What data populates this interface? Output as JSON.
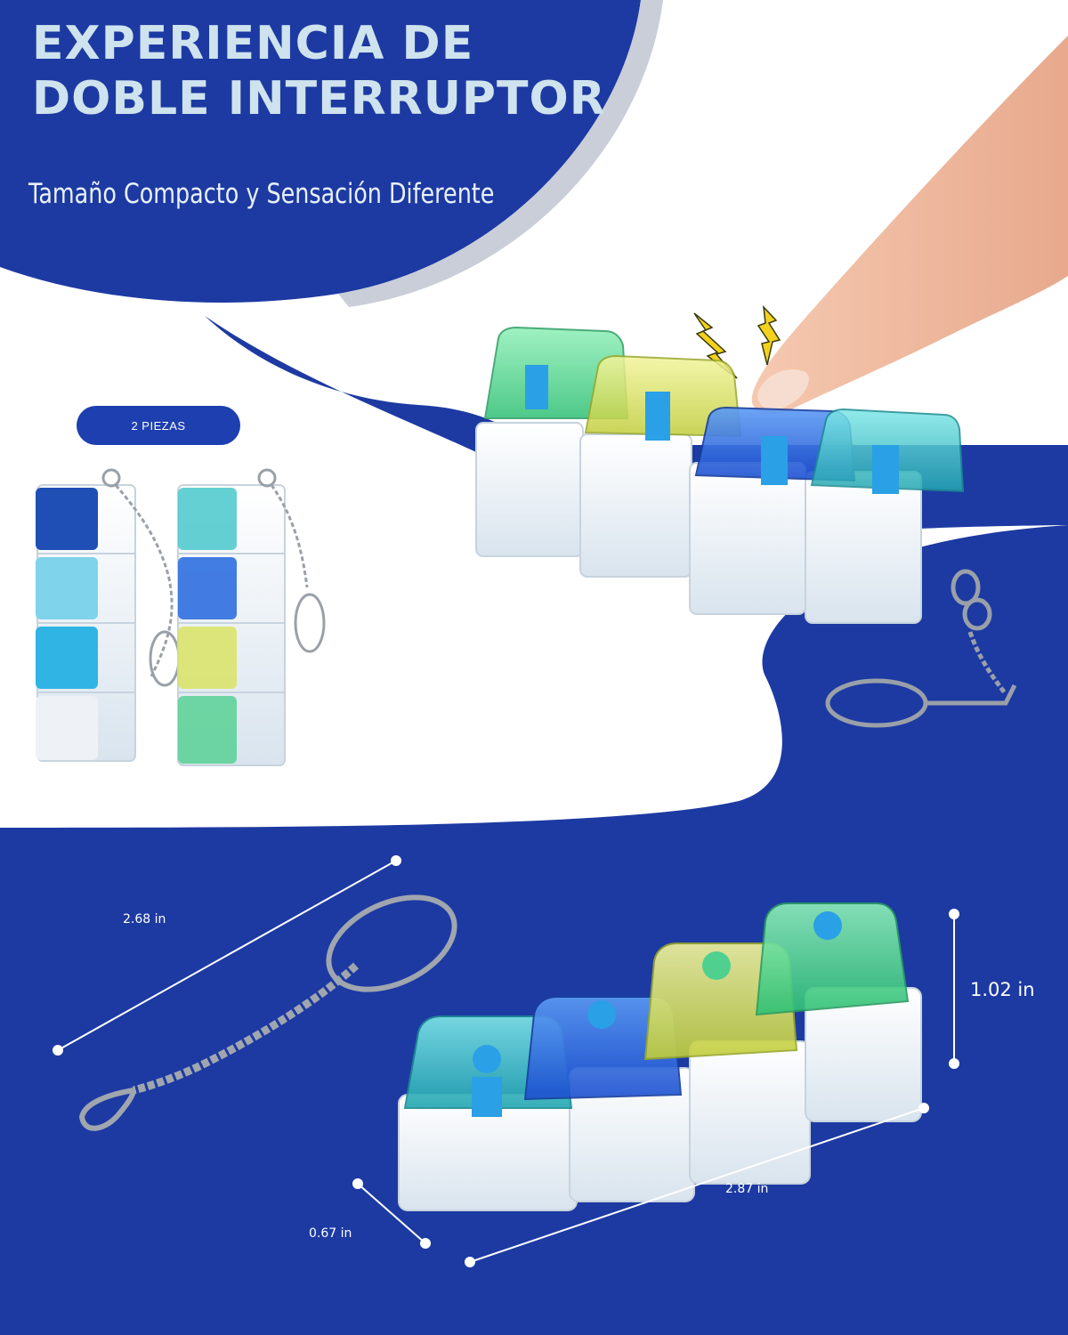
{
  "header": {
    "title_line1": "EXPERIENCIA DE",
    "title_line2": "DOBLE INTERRUPTOR",
    "subtitle": "Tamaño Compacto y Sensación Diferente"
  },
  "badge": {
    "label": "2 PIEZAS"
  },
  "dimensions": {
    "chain_length": "2.68 in",
    "height": "1.02 in",
    "depth": "0.67 in",
    "width": "2.87 in"
  },
  "colors": {
    "brand_blue": "#1d3aa3",
    "title_text": "#cfe3ee",
    "keycap_green": "#4fd08f",
    "keycap_yellow": "#d8e25a",
    "keycap_blue": "#2f6fe0",
    "keycap_teal": "#3fc4c8",
    "stem_blue": "#2aa0e6",
    "lightning": "#f2d21d"
  },
  "icons": [
    "lightning-bolt-icon",
    "finger-press-icon",
    "keychain-ring-icon",
    "dimension-line-icon"
  ]
}
